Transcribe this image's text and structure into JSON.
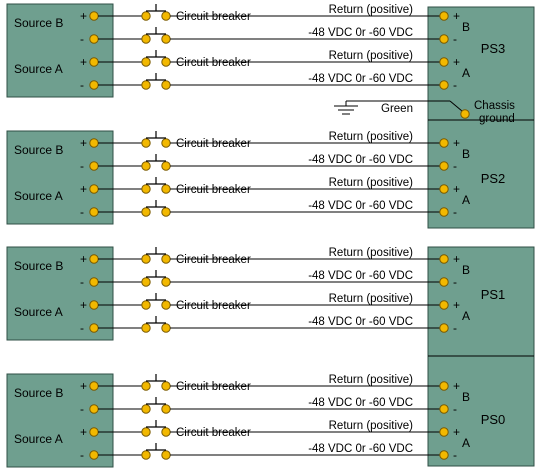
{
  "colors": {
    "box_fill": "#6f9f8f",
    "box_stroke": "#2f4f45",
    "terminal_fill": "#f2b800",
    "terminal_stroke": "#7a5a00",
    "wire": "#000000"
  },
  "diagram": {
    "wire_labels": {
      "positive": "Return (positive)",
      "negative": "-48 VDC 0r -60 VDC",
      "breaker": "Circuit breaker"
    },
    "polarity": {
      "plus": "+",
      "minus": "-"
    },
    "sources": {
      "a": "Source A",
      "b": "Source B"
    },
    "input_labels": {
      "a": "A",
      "b": "B"
    },
    "ground": {
      "green": "Green",
      "chassis_line1": "Chassis",
      "chassis_line2": "ground"
    },
    "groups": [
      {
        "ps": "PS3"
      },
      {
        "ps": "PS2"
      },
      {
        "ps": "PS1"
      },
      {
        "ps": "PS0"
      }
    ]
  }
}
